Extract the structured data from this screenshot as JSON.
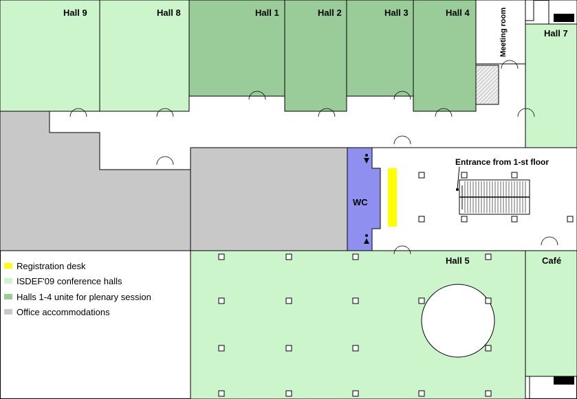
{
  "colors": {
    "conference_hall": "#ccf5cc",
    "plenary_hall": "#99cc99",
    "office": "#c8c8c8",
    "wc": "#8f8ff0",
    "registration": "#ffff00",
    "corridor": "#ffffff",
    "stair_hatch": "#d8d8d8"
  },
  "rooms": {
    "hall9": "Hall 9",
    "hall8": "Hall 8",
    "hall1": "Hall 1",
    "hall2": "Hall 2",
    "hall3": "Hall 3",
    "hall4": "Hall 4",
    "meeting": "Meeting room",
    "hall7": "Hall 7",
    "wc": "WC",
    "hall5": "Hall 5",
    "cafe": "Café"
  },
  "entrance_label": "Entrance from 1-st floor",
  "legend": [
    {
      "label": "Registration desk",
      "color": "#ffff00"
    },
    {
      "label": "ISDEF'09 conference halls",
      "color": "#ccf5cc"
    },
    {
      "label": "Halls 1-4 unite for plenary session",
      "color": "#99cc99"
    },
    {
      "label": "Office accommodations",
      "color": "#c8c8c8"
    }
  ],
  "icons": {
    "male": "male-icon",
    "female": "female-icon",
    "staircase": "staircase-icon"
  }
}
